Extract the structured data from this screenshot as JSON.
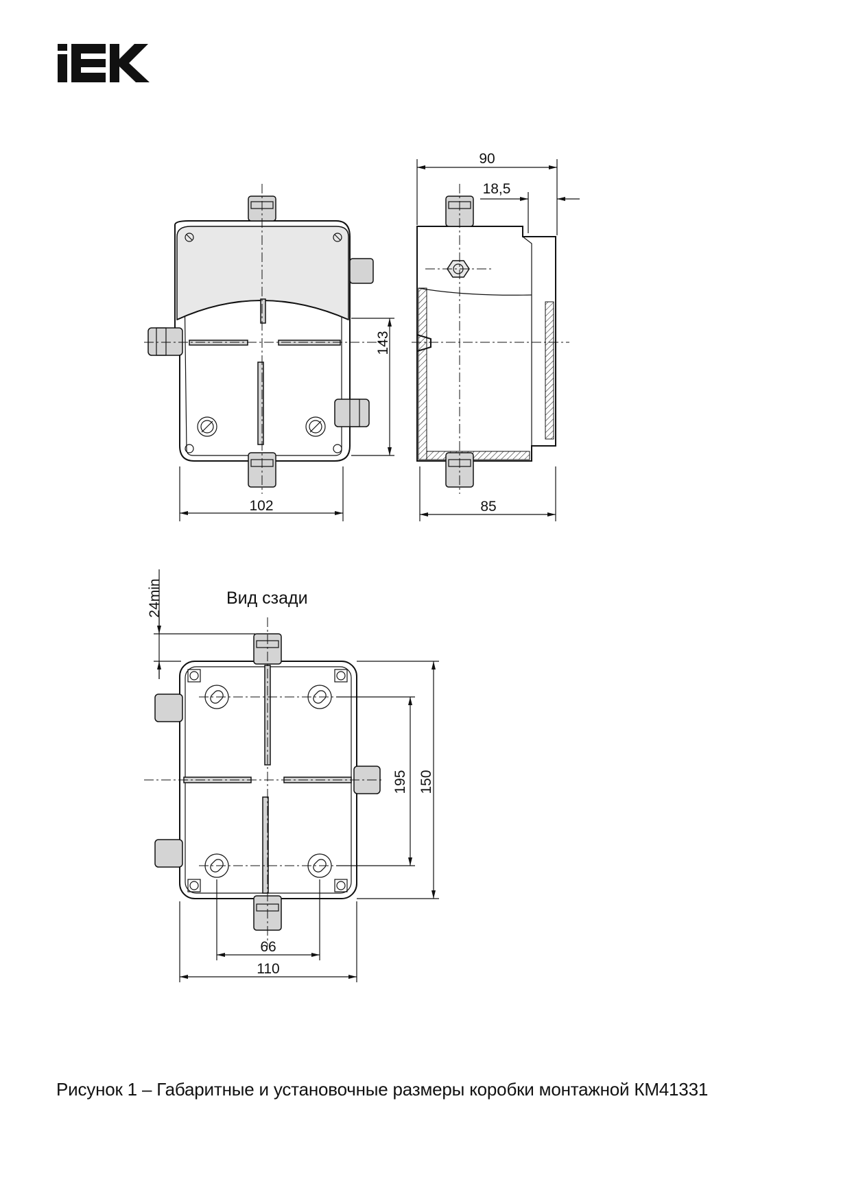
{
  "brand": {
    "logo_text": "IEK",
    "color": "#111111"
  },
  "front_view": {
    "width_label": "102",
    "height_label": "143"
  },
  "side_view": {
    "depth_label": "90",
    "offset_label": "18,5",
    "base_label": "85"
  },
  "rear_view": {
    "title": "Вид сзади",
    "clearance_label": "24min",
    "mount_height_label": "195",
    "height_label": "150",
    "mount_width_label": "66",
    "width_label": "110"
  },
  "caption": "Рисунок 1 – Габаритные и установочные размеры коробки монтажной КМ41331"
}
